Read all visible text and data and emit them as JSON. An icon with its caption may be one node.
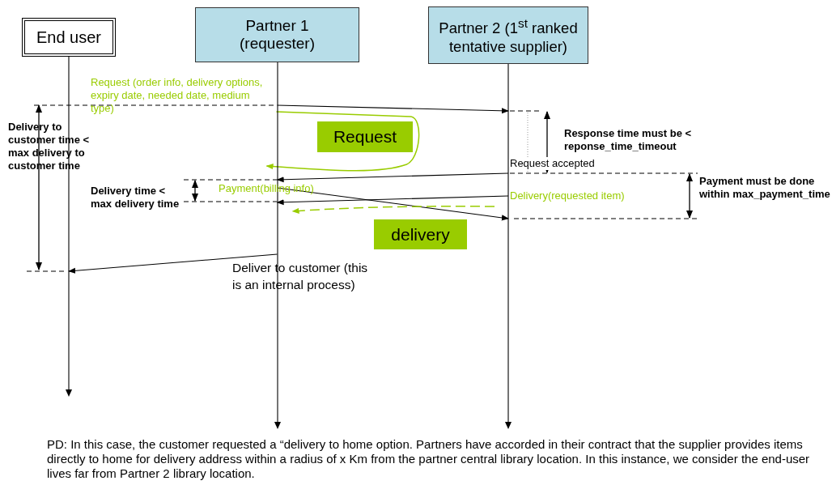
{
  "diagram": {
    "nodes": [
      {
        "text": [
          "End user"
        ]
      },
      {
        "text": [
          "Partner 1 (requester)"
        ]
      },
      {
        "text": [
          "Partner 2 (1$^{st}$ ranked tentative supplier)"
        ]
      },
      {
        "text": [
          "Request"
        ]
      },
      {
        "text": [
          "delivery"
        ]
      }
    ],
    "edges": [
      {
        "from": 1,
        "to": 2,
        "arrow": "to",
        "label": "Request (order info, delivery options, expiry date, needed date, medium type)"
      },
      {
        "from": 2,
        "to": 1,
        "arrow": "to",
        "label": "Request accepted"
      },
      {
        "from": 1,
        "to": 2,
        "arrow": "to",
        "label": "Payment(billing info)"
      },
      {
        "from": 2,
        "to": 1,
        "arrow": "to",
        "label": "Delivery(requested item)"
      },
      {
        "from": 1,
        "to": 0,
        "arrow": "to",
        "label": "Deliver to customer (this is an internal process)"
      },
      {
        "from": 1,
        "to": 1,
        "arrow": "to",
        "color": "#99cc00"
      },
      {
        "from": 2,
        "to": 1,
        "arrow": "to",
        "style": "dashed",
        "color": "#99cc00"
      }
    ],
    "labels": [
      "Delivery to customer time < max delivery to customer time",
      "Response time must be < reponse_time_timeout",
      "Payment must be done within max_payment_time",
      "Delivery time < max delivery time",
      "PD: In this case, the customer requested a “delivery to home option. Partners have accorded in their contract that the supplier provides items directly to home for delivery address within a radius of x Km from the partner central library location.  In this instance, we consider the end-user lives far from Partner 2 library location."
    ]
  }
}
